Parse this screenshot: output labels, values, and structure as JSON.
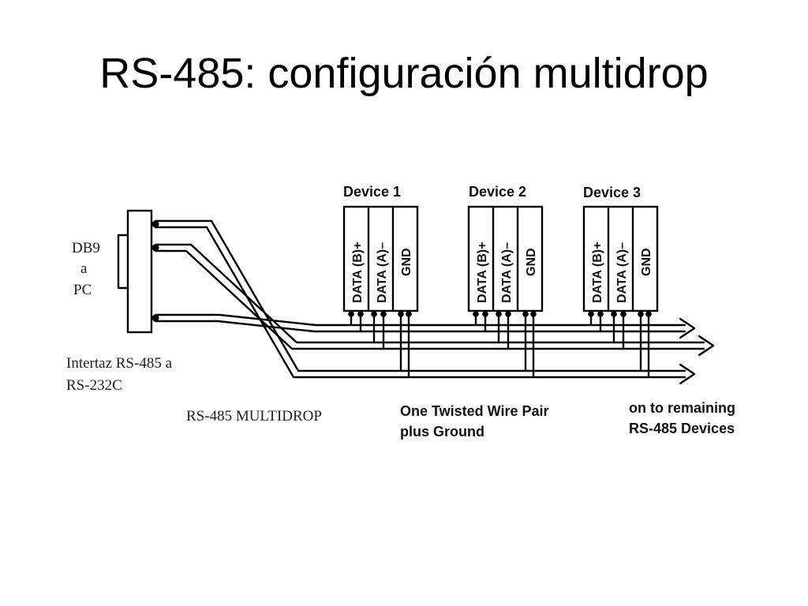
{
  "slide": {
    "title": "RS-485: configuración multidrop"
  },
  "diagram": {
    "devices": [
      {
        "name": "Device 1",
        "pins": [
          "DATA (B)+",
          "DATA (A)–",
          "GND"
        ]
      },
      {
        "name": "Device 2",
        "pins": [
          "DATA (B)+",
          "DATA (A)–",
          "GND"
        ]
      },
      {
        "name": "Device 3",
        "pins": [
          "DATA (B)+",
          "DATA (A)–",
          "GND"
        ]
      }
    ],
    "pc_label": [
      "DB9",
      "a",
      "PC"
    ],
    "interface_label": [
      "Intertaz RS-485 a",
      "RS-232C"
    ],
    "multidrop_label": "RS-485 MULTIDROP",
    "twisted_pair_label": [
      "One Twisted Wire Pair",
      "plus Ground"
    ],
    "remaining_label": [
      "on to remaining",
      "RS-485 Devices"
    ]
  }
}
